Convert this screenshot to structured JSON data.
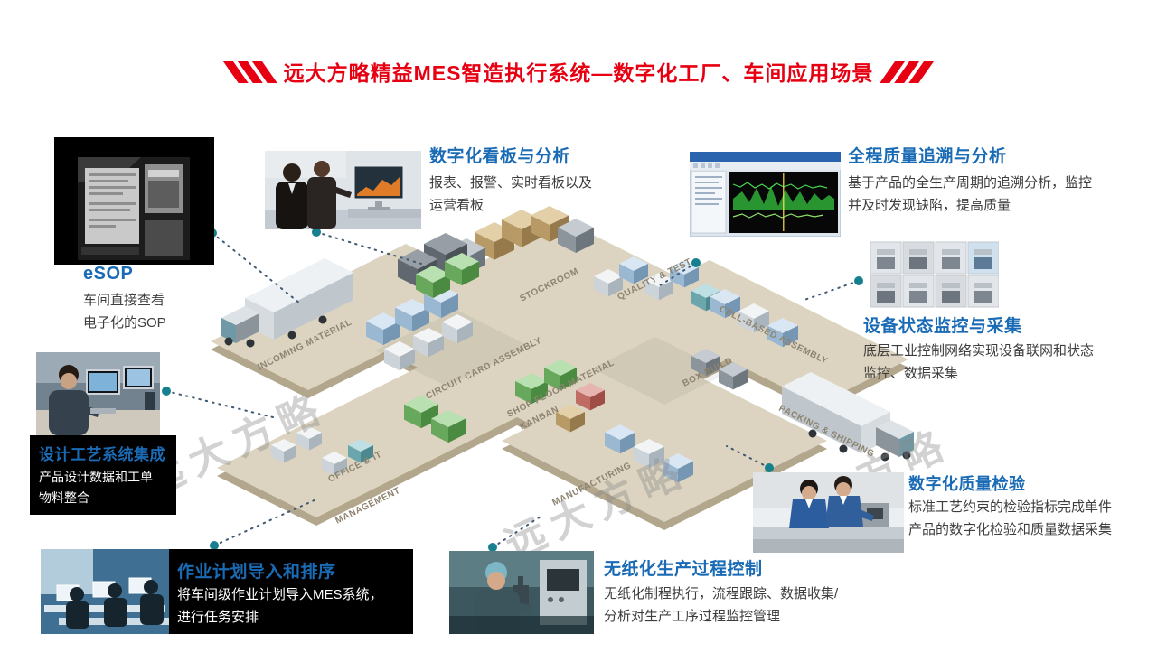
{
  "title": {
    "text": "远大方略精益MES智造执行系统—数字化工厂、车间应用场景",
    "accent_color": "#e60012"
  },
  "colors": {
    "heading_blue": "#1a6bb5",
    "title_red": "#e60012",
    "connector_dot_teal": "#17808e",
    "panel_black": "#000000",
    "body_text": "#3d3d3d"
  },
  "watermark": "远大方略",
  "sections": {
    "esop": {
      "heading": "eSOP",
      "line1": "车间直接查看",
      "line2": "电子化的SOP"
    },
    "kanban": {
      "heading": "数字化看板与分析",
      "line1": "报表、报警、实时看板以及",
      "line2": "运营看板"
    },
    "trace": {
      "heading": "全程质量追溯与分析",
      "line1": "基于产品的全生产周期的追溯分析，监控",
      "line2": "并及时发现缺陷，提高质量"
    },
    "equipment": {
      "heading": "设备状态监控与采集",
      "line1": "底层工业控制网络实现设备联网和状态",
      "line2": "监控、数据采集"
    },
    "design": {
      "heading": "设计工艺系统集成",
      "line1": "产品设计数据和工单",
      "line2": "物料整合"
    },
    "planning": {
      "heading": "作业计划导入和排序",
      "line1": "将车间级作业计划导入MES系统，",
      "line2": "进行任务安排"
    },
    "paperless": {
      "heading": "无纸化生产过程控制",
      "line1": "无纸化制程执行，流程跟踪、数据收集/",
      "line2": "分析对生产工序过程监控管理"
    },
    "inspection": {
      "heading": "数字化质量检验",
      "line1": "标准工艺约束的检验指标完成单件",
      "line2": "产品的数字化检验和质量数据采集"
    }
  },
  "factory": {
    "zones": {
      "incoming": "INCOMING MATERIAL",
      "cca": "CIRCUIT CARD ASSEMBLY",
      "stockroom": "STOCKROOM",
      "quality": "QUALITY & TEST",
      "cell": "CELL-BASED ASSEMBLY",
      "box": "BOX BUILD",
      "kanban1": "SHOP FLOOR MATERIAL",
      "kanban2": "KANBAN",
      "packing": "PACKING & SHIPPING",
      "mfg": "MANUFACTURING",
      "office": "OFFICE & IT",
      "mgmt": "MANAGEMENT"
    }
  }
}
